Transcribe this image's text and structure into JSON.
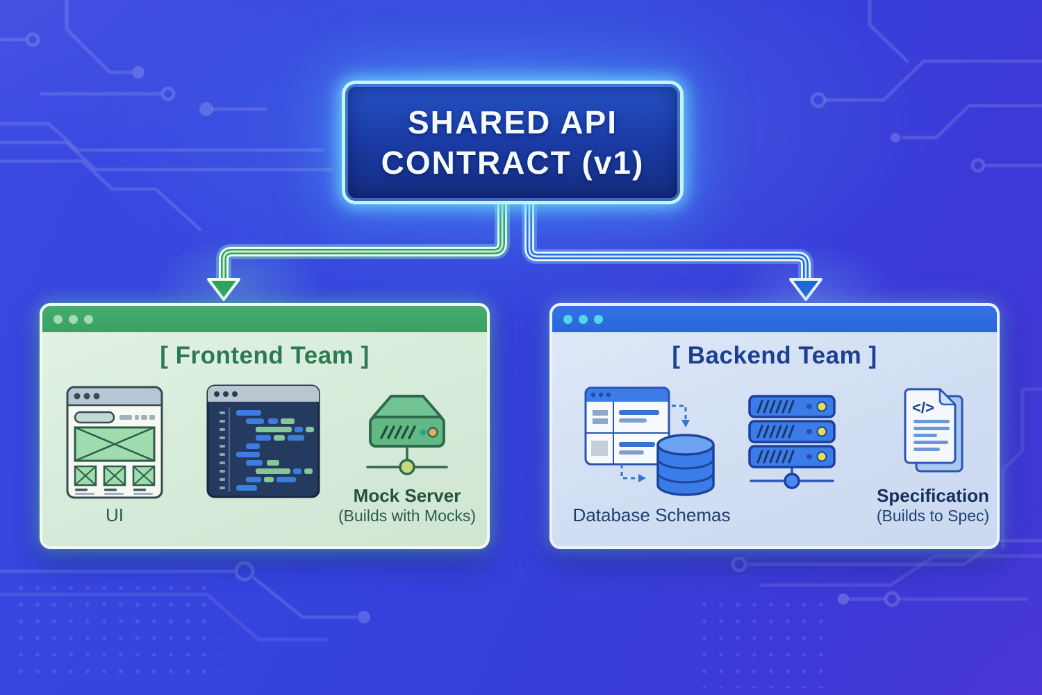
{
  "diagram": {
    "title": {
      "line1": "SHARED API",
      "line2": "CONTRACT (v1)"
    }
  },
  "frontend": {
    "window_title": "[ Frontend Team ]",
    "ui": {
      "label": "UI"
    },
    "mock_server": {
      "label": "Mock Server",
      "sublabel": "(Builds with Mocks)"
    }
  },
  "backend": {
    "window_title": "[ Backend Team ]",
    "database": {
      "label": "Database Schemas"
    },
    "specification": {
      "label": "Specification",
      "sublabel": "(Builds to Spec)",
      "glyph": "</>"
    }
  },
  "colors": {
    "background_blue": "#3a45dd",
    "contract_box_fill": "#1b3da8",
    "contract_glow_cyan": "#8ee9ff",
    "frontend_green": "#3fa86b",
    "frontend_body": "#dcefdd",
    "backend_blue": "#2e6ce0",
    "backend_body": "#d6e2f4",
    "arrow_green": "#2fa35c",
    "arrow_blue": "#1f66d4"
  }
}
